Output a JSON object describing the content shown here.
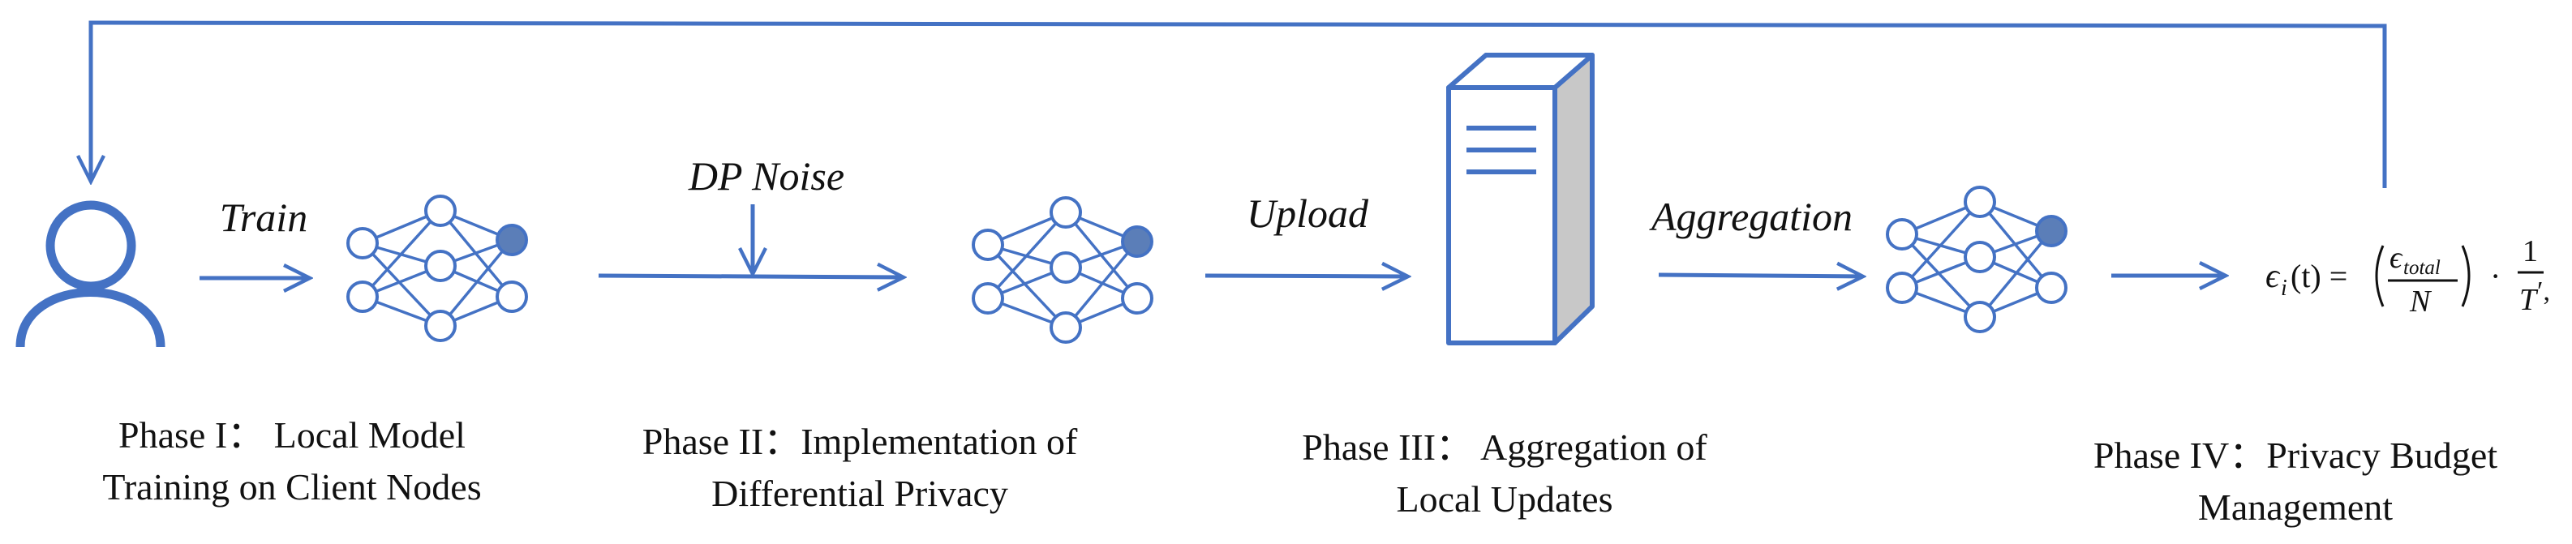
{
  "colors": {
    "accent": "#4472C4",
    "highlight_node": "#5B7EB8",
    "server_side": "#C8C8C8",
    "text": "#111111"
  },
  "arrows": {
    "train": "Train",
    "dp_noise": "DP Noise",
    "upload": "Upload",
    "aggregation": "Aggregation"
  },
  "phases": [
    {
      "line1": "Phase I：  Local Model",
      "line2": "Training on Client Nodes"
    },
    {
      "line1": "Phase II：Implementation of",
      "line2": "Differential Privacy"
    },
    {
      "line1": "Phase III：   Aggregation of",
      "line2": "Local Updates"
    },
    {
      "line1": "Phase IV：Privacy Budget",
      "line2": "Management"
    }
  ],
  "formula": {
    "epsilon_i": "ϵ",
    "sub_i": "i",
    "arg": "(t) =",
    "num": "ϵ",
    "num_sub": "total",
    "den": "N",
    "dot": "·",
    "one": "1",
    "T": "T",
    "prime": "′,"
  },
  "icons": {
    "client": "user-icon",
    "network": "neural-network-icon",
    "server": "server-icon"
  }
}
